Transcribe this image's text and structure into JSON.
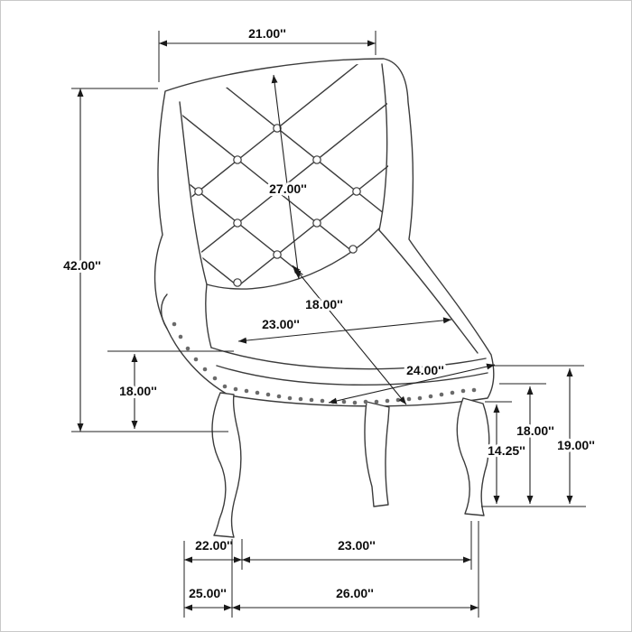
{
  "page": {
    "background": "#ffffff",
    "border_color": "#c9c9c9",
    "line_color": "#3c3c3c",
    "text_color": "#0d0d0d"
  },
  "diagram": {
    "subject": "tufted-wingback-dining-chair-dimension-drawing",
    "dimensions": {
      "top_width": "21.00''",
      "overall_height": "42.00''",
      "back_height": "27.00''",
      "seat_depth": "18.00''",
      "seat_width": "23.00''",
      "front_width": "24.00''",
      "seat_height": "18.00''",
      "leg_height": "14.25''",
      "seat_to_floor": "18.00''",
      "arm_to_floor": "19.00''",
      "leg_span_side": "22.00''",
      "leg_span_front": "23.00''",
      "base_depth": "25.00''",
      "base_width": "26.00''"
    }
  }
}
